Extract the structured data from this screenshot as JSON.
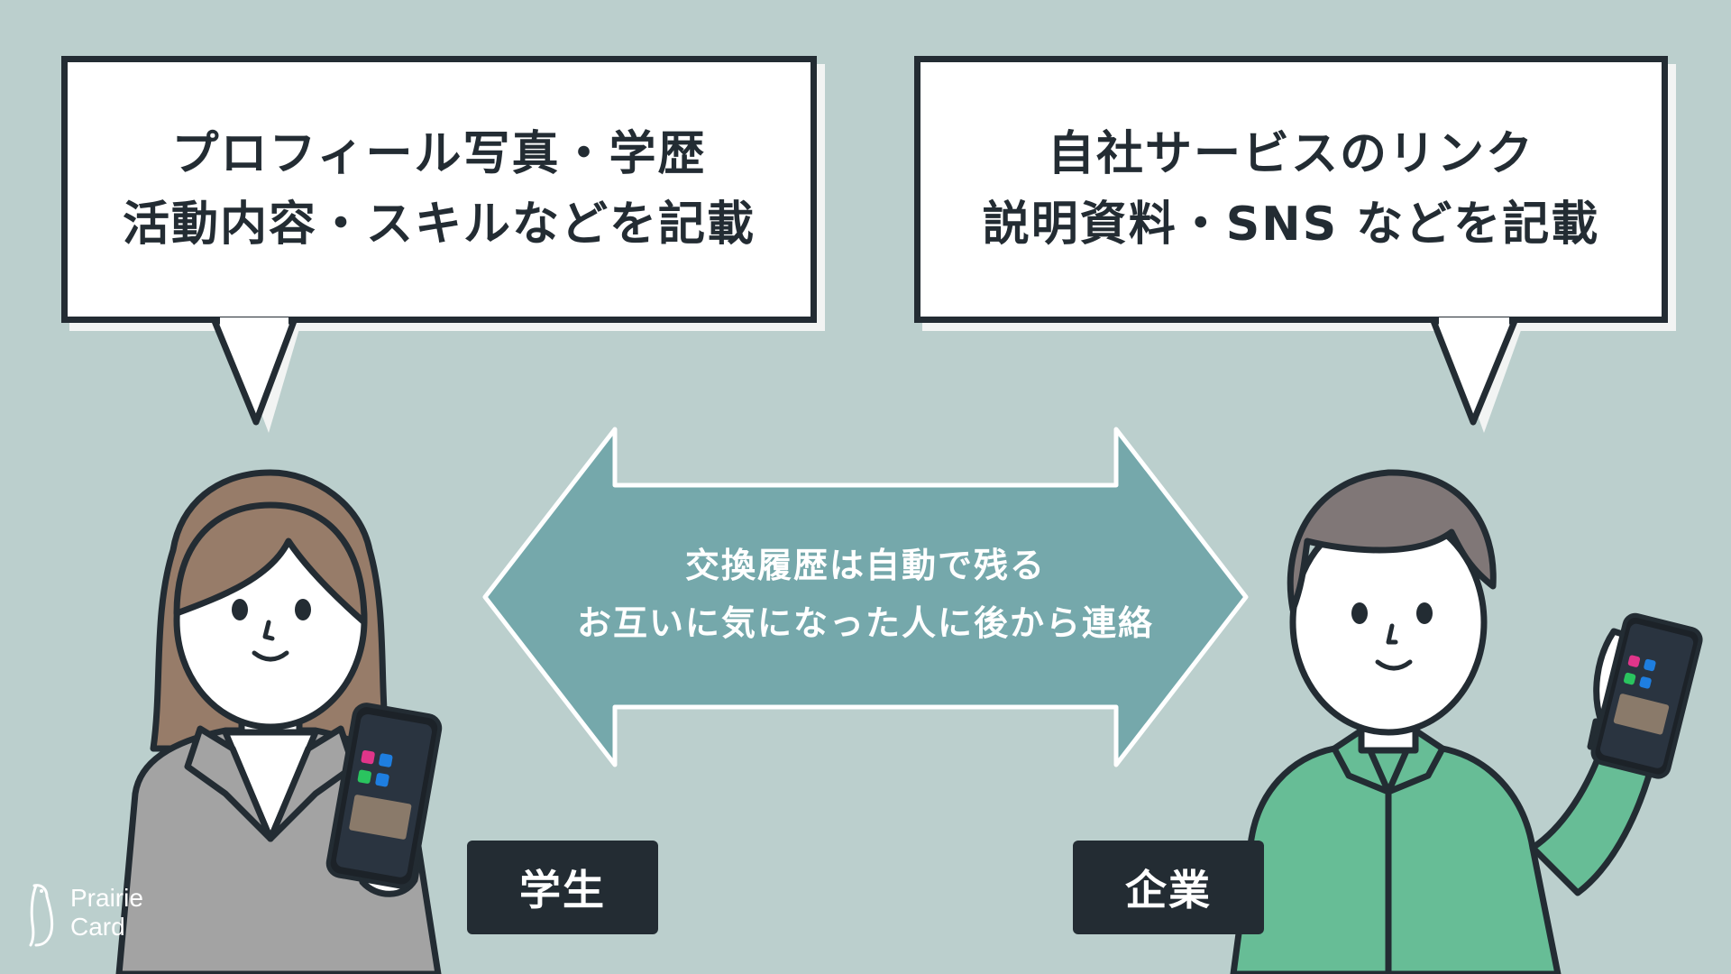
{
  "bubbles": {
    "left": {
      "line1": "プロフィール写真・学歴",
      "line2": "活動内容・スキルなどを記載"
    },
    "right": {
      "line1": "自社サービスのリンク",
      "line2": "説明資料・SNS などを記載"
    }
  },
  "arrow": {
    "line1": "交換履歴は自動で残る",
    "line2": "お互いに気になった人に後から連絡"
  },
  "tags": {
    "student": "学生",
    "company": "企業"
  },
  "logo": {
    "line1": "Prairie",
    "line2": "Card",
    "icon": "pony-logo-icon"
  },
  "colors": {
    "background": "#bbcfcd",
    "dark": "#232c33",
    "arrow": "#75a8ab",
    "student_hair": "#977c69",
    "student_jacket": "#a3a3a3",
    "company_hair": "#807777",
    "company_shirt": "#67bd96"
  }
}
